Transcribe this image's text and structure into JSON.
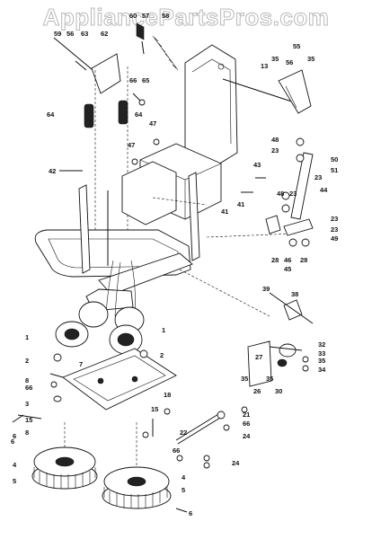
{
  "watermark": "AppliancePartsPros.com",
  "labels": [
    "59",
    "56",
    "63",
    "60",
    "57",
    "58",
    "62",
    "66",
    "65",
    "64",
    "64",
    "47",
    "47",
    "42",
    "55",
    "35",
    "56",
    "35",
    "13",
    "48",
    "23",
    "43",
    "50",
    "51",
    "23",
    "44",
    "41",
    "41",
    "48",
    "23",
    "23",
    "23",
    "49",
    "45",
    "28",
    "46",
    "28",
    "39",
    "38",
    "32",
    "33",
    "35",
    "34",
    "27",
    "35",
    "26",
    "30",
    "35",
    "1",
    "1",
    "2",
    "2",
    "7",
    "8",
    "66",
    "3",
    "18",
    "21",
    "66",
    "24",
    "15",
    "15",
    "6",
    "8",
    "22",
    "66",
    "24",
    "4",
    "4",
    "5",
    "5",
    "6",
    "6"
  ]
}
